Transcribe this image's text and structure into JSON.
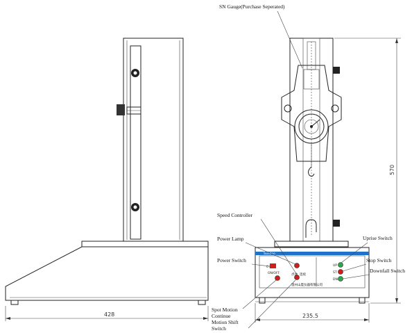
{
  "labels": {
    "gauge": "SN Gauge(Purchase Seperated)",
    "speed_controller": "Speed Controller",
    "power_lamp": "Power Lamp",
    "power_switch": "Power Switch",
    "uprise_switch": "Uprise Switch",
    "stop_switch": "Stop Switch",
    "downfall_switch": "Downfall Switch",
    "spot_motion_1": "Spot Motion",
    "spot_motion_2": "Continue",
    "spot_motion_3": "Motion Shift",
    "spot_motion_4": "Switch"
  },
  "dimensions": {
    "base_width": "428",
    "front_width": "235.5",
    "height": "570"
  },
  "panel": {
    "brand": "Sundoo",
    "left_code": "0 ■ 1",
    "onoff": "ON/OFF",
    "spot_label": "点动",
    "cont_label": "连续",
    "up": "UP",
    "stop": "ST",
    "down": "DN",
    "chinese_title": "温州山度仪器有限公司"
  }
}
